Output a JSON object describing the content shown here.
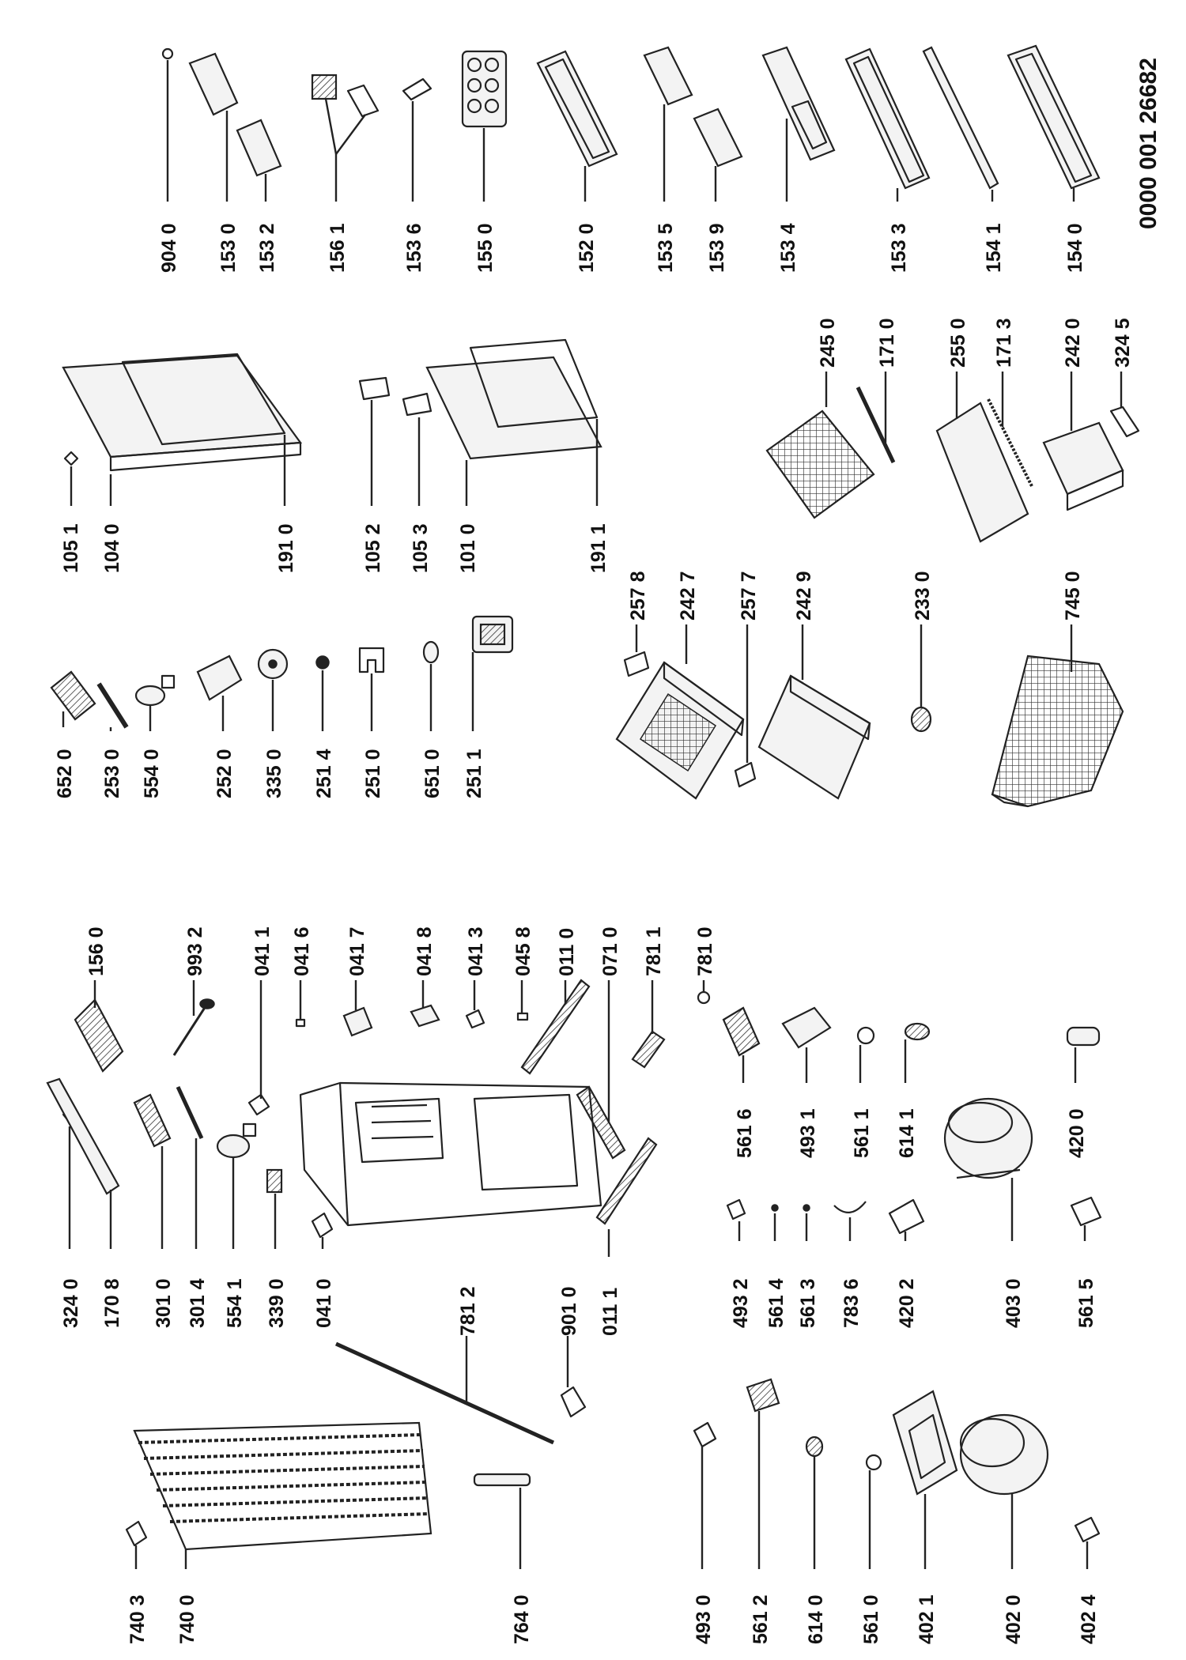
{
  "document_number": "0000 001 26682",
  "parts": {
    "p9040": "904 0",
    "p1530": "153 0",
    "p1532": "153 2",
    "p1561": "156 1",
    "p1536": "153 6",
    "p1550": "155 0",
    "p1520": "152 0",
    "p1535": "153 5",
    "p1539": "153 9",
    "p1534": "153 4",
    "p1533": "153 3",
    "p1541": "154 1",
    "p1540": "154 0",
    "p1051": "105 1",
    "p1040": "104 0",
    "p1910": "191 0",
    "p1052": "105 2",
    "p1053": "105 3",
    "p1010": "101 0",
    "p1911": "191 1",
    "p2450": "245 0",
    "p1710": "171 0",
    "p2550": "255 0",
    "p1713": "171 3",
    "p2420": "242 0",
    "p3245": "324 5",
    "p6520": "652 0",
    "p2530": "253 0",
    "p5540": "554 0",
    "p2520": "252 0",
    "p3350": "335 0",
    "p2514": "251 4",
    "p2510": "251 0",
    "p6510": "651 0",
    "p2511": "251 1",
    "p2578": "257 8",
    "p2427": "242 7",
    "p2577": "257 7",
    "p2429": "242 9",
    "p2330": "233 0",
    "p7450": "745 0",
    "p1560": "156 0",
    "p9932": "993 2",
    "p0411": "041 1",
    "p0416": "041 6",
    "p0417": "041 7",
    "p0418": "041 8",
    "p0413": "041 3",
    "p0458": "045 8",
    "p0110": "011 0",
    "p0710": "071 0",
    "p7811": "781 1",
    "p7810": "781 0",
    "p3240": "324 0",
    "p1708": "170 8",
    "p3010": "301 0",
    "p3014": "301 4",
    "p5541": "554 1",
    "p3390": "339 0",
    "p0410": "041 0",
    "p7812": "781 2",
    "p9010": "901 0",
    "p0111": "011 1",
    "p5616": "561 6",
    "p4931": "493 1",
    "p5611": "561 1",
    "p6141": "614 1",
    "p4200": "420 0",
    "p4932": "493 2",
    "p5614": "561 4",
    "p5613": "561 3",
    "p7836": "783 6",
    "p4202": "420 2",
    "p4030": "403 0",
    "p5615": "561 5",
    "p7403": "740 3",
    "p7400": "740 0",
    "p7640": "764 0",
    "p4930": "493 0",
    "p5612": "561 2",
    "p6140": "614 0",
    "p5610": "561 0",
    "p4021": "402 1",
    "p4020": "402 0",
    "p4024": "402 4"
  }
}
